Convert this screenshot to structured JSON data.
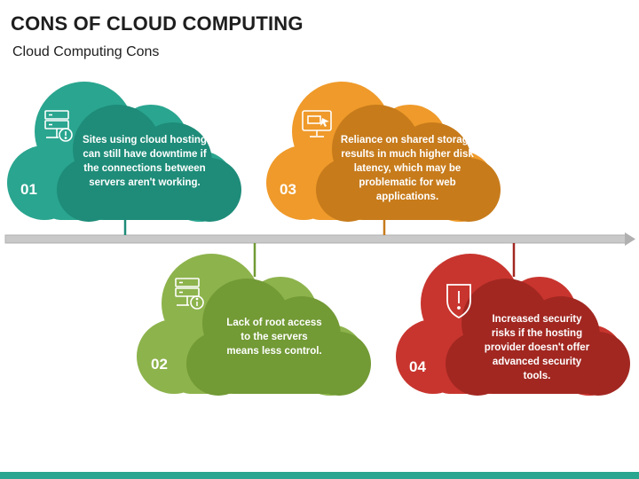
{
  "title": "CONS OF CLOUD COMPUTING",
  "subtitle": "Cloud Computing Cons",
  "colors": {
    "teal": "#2aa58f",
    "teal_dark": "#1e8c79",
    "orange": "#ef9a2a",
    "orange_dark": "#c77b1b",
    "green": "#8db34c",
    "green_dark": "#729a35",
    "red": "#c8352e",
    "red_dark": "#a22721",
    "timeline": "#c9c9c9"
  },
  "items": [
    {
      "number": "01",
      "text": "Sites using cloud hosting can still have downtime if the connections between servers aren't working.",
      "icon": "server-warning-icon"
    },
    {
      "number": "02",
      "text": "Lack of root access to the servers means less control.",
      "icon": "server-info-icon"
    },
    {
      "number": "03",
      "text": "Reliance on shared storage results in much higher disk latency, which may be problematic for web applications.",
      "icon": "monitor-icon"
    },
    {
      "number": "04",
      "text": "Increased security risks if the hosting provider doesn't offer advanced security tools.",
      "icon": "shield-alert-icon"
    }
  ]
}
